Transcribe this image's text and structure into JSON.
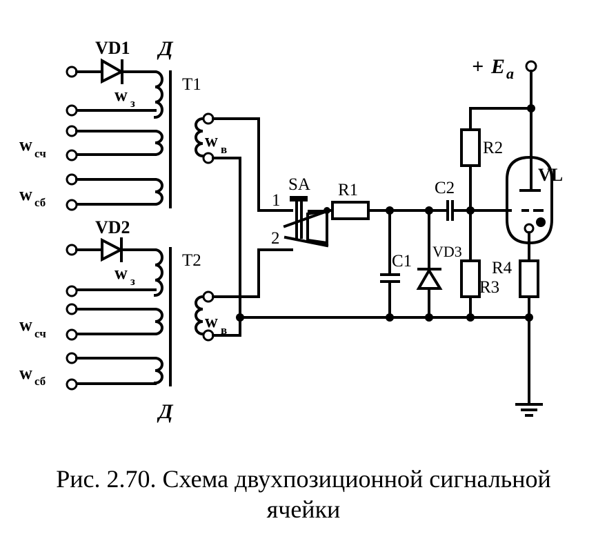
{
  "figure": {
    "caption_line1": "Рис. 2.70. Схема двухпозиционной сигнальной",
    "caption_line2": "ячейки"
  },
  "labels": {
    "vd1": "VD1",
    "vd2": "VD2",
    "vd3": "VD3",
    "t1": "T1",
    "t2": "T2",
    "w_base": "w",
    "w3_sub": "з",
    "wsch_sub": "сч",
    "wsb_sub": "сб",
    "wv_sub": "в",
    "sa": "SA",
    "sa_pos1": "1",
    "sa_pos2": "2",
    "r1": "R1",
    "r2": "R2",
    "r3": "R3",
    "r4": "R4",
    "c1": "C1",
    "c2": "C2",
    "vl": "VL",
    "supply_plus": "+",
    "supply_e": "E",
    "supply_sub": "a",
    "core_mark": "Д"
  },
  "components": [
    {
      "ref": "VD1",
      "type": "diode"
    },
    {
      "ref": "VD2",
      "type": "diode"
    },
    {
      "ref": "VD3",
      "type": "zener-diode"
    },
    {
      "ref": "T1",
      "type": "transformer",
      "windings": [
        "w_з",
        "w_сч",
        "w_сб",
        "w_в"
      ]
    },
    {
      "ref": "T2",
      "type": "transformer",
      "windings": [
        "w_з",
        "w_сч",
        "w_сб",
        "w_в"
      ]
    },
    {
      "ref": "SA",
      "type": "two-position-switch",
      "positions": [
        "1",
        "2"
      ]
    },
    {
      "ref": "R1",
      "type": "resistor"
    },
    {
      "ref": "R2",
      "type": "resistor"
    },
    {
      "ref": "R3",
      "type": "resistor"
    },
    {
      "ref": "R4",
      "type": "resistor"
    },
    {
      "ref": "C1",
      "type": "capacitor"
    },
    {
      "ref": "C2",
      "type": "capacitor"
    },
    {
      "ref": "VL",
      "type": "vacuum-tube-triode"
    },
    {
      "ref": "+Ea",
      "type": "supply-terminal"
    },
    {
      "ref": "GND",
      "type": "ground"
    }
  ]
}
